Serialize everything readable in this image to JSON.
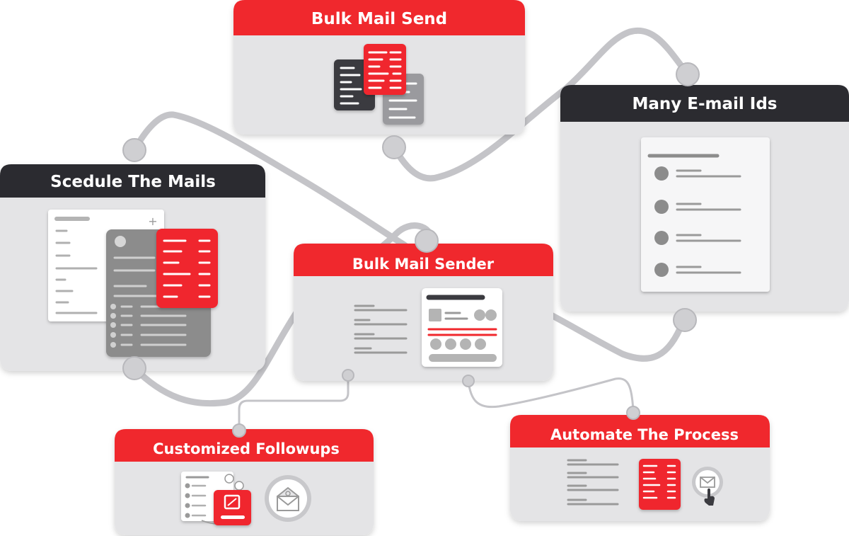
{
  "cards": {
    "bulk_mail_send": {
      "title": "Bulk Mail Send"
    },
    "many_email_ids": {
      "title": "Many E-mail Ids"
    },
    "schedule_mails": {
      "title": "Scedule The Mails"
    },
    "bulk_mail_sender": {
      "title": "Bulk Mail Sender"
    },
    "customized_followups": {
      "title": "Customized Followups"
    },
    "automate_process": {
      "title": "Automate The Process"
    }
  },
  "colors": {
    "red": "#f0282d",
    "dark": "#2b2b30",
    "card_bg": "#e4e4e6",
    "connector": "#c4c4c8",
    "node": "#cfcfd2",
    "gray_line": "#9a9a9a",
    "dark_gray": "#8c8c8c"
  },
  "icons": {
    "followup_envelope": "envelope-icon",
    "automate_envelope": "envelope-icon",
    "pointer": "hand-pointer-icon"
  }
}
